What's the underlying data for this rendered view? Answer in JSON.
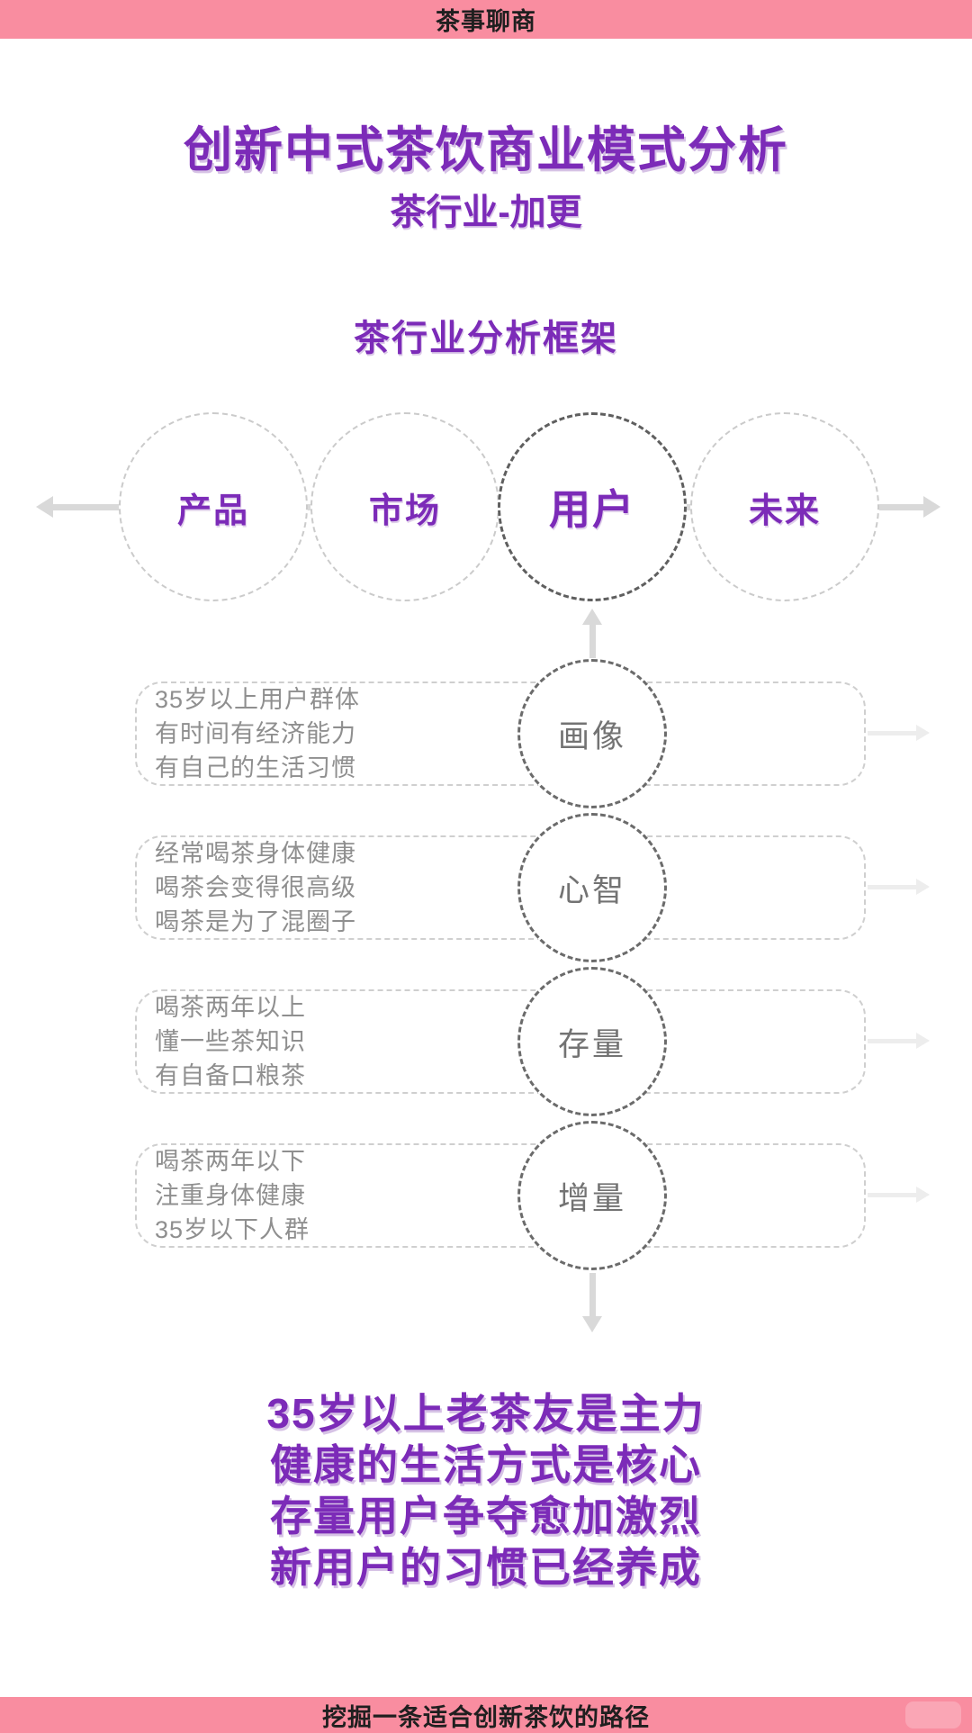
{
  "header_banner": {
    "text": "茶事聊商"
  },
  "title": {
    "main": "创新中式茶饮商业模式分析",
    "subtitle": "茶行业-加更"
  },
  "section": {
    "heading": "茶行业分析框架"
  },
  "framework": {
    "nodes": [
      {
        "label": "产品",
        "emphasized": false
      },
      {
        "label": "市场",
        "emphasized": false
      },
      {
        "label": "用户",
        "emphasized": true
      },
      {
        "label": "未来",
        "emphasized": false
      }
    ]
  },
  "rows": [
    {
      "node": "画像",
      "lines": [
        "35岁以上用户群体",
        "有时间有经济能力",
        "有自己的生活习惯"
      ]
    },
    {
      "node": "心智",
      "lines": [
        "经常喝茶身体健康",
        "喝茶会变得很高级",
        "喝茶是为了混圈子"
      ]
    },
    {
      "node": "存量",
      "lines": [
        "喝茶两年以上",
        "懂一些茶知识",
        "有自备口粮茶"
      ]
    },
    {
      "node": "增量",
      "lines": [
        "喝茶两年以下",
        "注重身体健康",
        "35岁以下人群"
      ]
    }
  ],
  "conclusion": {
    "lines": [
      "35岁以上老茶友是主力",
      "健康的生活方式是核心",
      "存量用户争夺愈加激烈",
      "新用户的习惯已经养成"
    ]
  },
  "footer_banner": {
    "text": "挖掘一条适合创新茶饮的路径"
  },
  "colors": {
    "banner_pink": "#f98da0",
    "accent_purple": "#7c2bb8",
    "text_dark": "#1f1f1f",
    "muted_text": "#8f8f8f",
    "node_label": "#737373",
    "dash_light": "#cbcbcb",
    "dash_dark": "#5f5f5f",
    "dash_rect": "#cfcfcf",
    "dash_node": "#6b6b6b",
    "connector": "#d9d9d9",
    "connector_faint": "#ededed"
  }
}
